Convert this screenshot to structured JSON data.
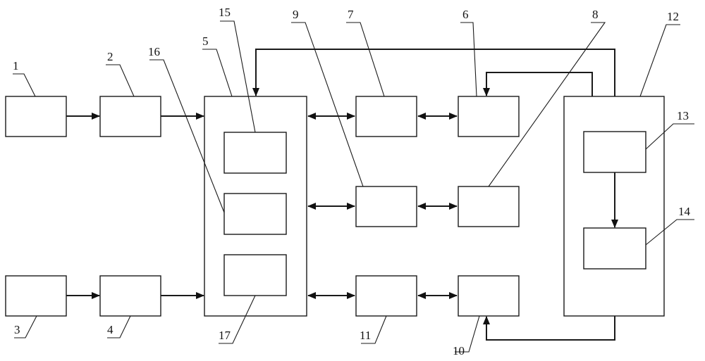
{
  "diagram": {
    "labels": {
      "n1": "1",
      "n2": "2",
      "n3": "3",
      "n4": "4",
      "n5": "5",
      "n6": "6",
      "n7": "7",
      "n8": "8",
      "n9": "9",
      "n10": "10",
      "n11": "11",
      "n12": "12",
      "n13": "13",
      "n14": "14",
      "n15": "15",
      "n16": "16",
      "n17": "17"
    }
  }
}
